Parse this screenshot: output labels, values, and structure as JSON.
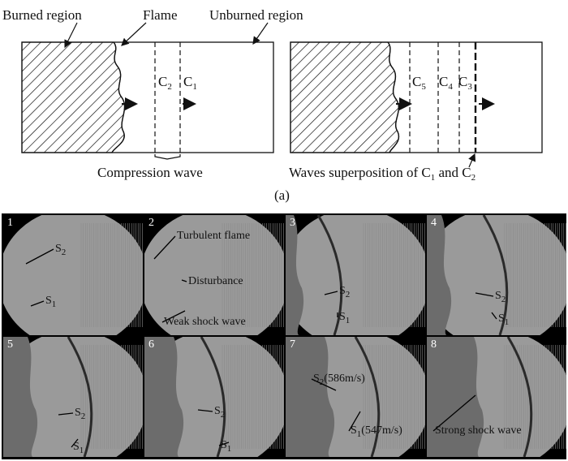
{
  "schematic": {
    "label_burned_region": "Burned region",
    "label_flame": "Flame",
    "label_unburned_region": "Unburned region",
    "left_wave_labels": [
      "C2",
      "C1"
    ],
    "right_wave_labels": [
      "C5",
      "C4",
      "C3"
    ],
    "caption_left": "Compression wave",
    "caption_right_prefix": "Waves superposition of C",
    "caption_right_sub1": "1",
    "caption_right_mid": " and C",
    "caption_right_sub2": "2",
    "panel_label": "(a)"
  },
  "frames": [
    {
      "number": "1",
      "annotations": [
        "S2",
        "S1"
      ]
    },
    {
      "number": "2",
      "annotations": [
        "Turbulent flame",
        "Disturbance",
        "Weak shock wave"
      ]
    },
    {
      "number": "3",
      "annotations": [
        "S2",
        "S1"
      ]
    },
    {
      "number": "4",
      "annotations": [
        "S2",
        "S1"
      ]
    },
    {
      "number": "5",
      "annotations": [
        "S2",
        "S1"
      ]
    },
    {
      "number": "6",
      "annotations": [
        "S2",
        "S1"
      ]
    },
    {
      "number": "7",
      "annotations": [
        "S2(586m/s)",
        "S1(547m/s)"
      ]
    },
    {
      "number": "8",
      "annotations": [
        "Strong shock wave"
      ]
    }
  ],
  "colors": {
    "photo_bg": "#9a9a9a",
    "frame_bg": "#000000",
    "ink": "#111111"
  }
}
